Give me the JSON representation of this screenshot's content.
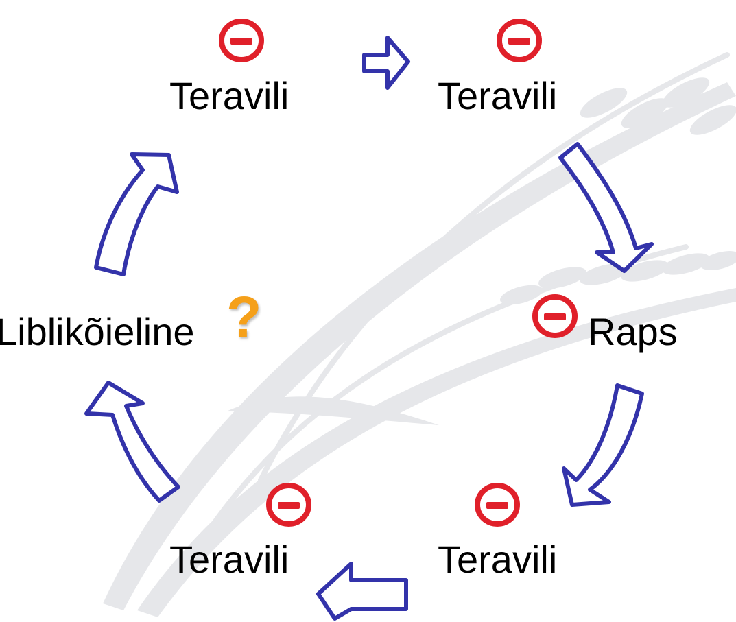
{
  "nodes": {
    "top_left": {
      "label": "Teravili",
      "icon": "minus-circle-icon"
    },
    "top_right": {
      "label": "Teravili",
      "icon": "minus-circle-icon"
    },
    "right": {
      "label": "Raps",
      "icon": "minus-circle-icon"
    },
    "bottom_right": {
      "label": "Teravili",
      "icon": "minus-circle-icon"
    },
    "bottom_left": {
      "label": "Teravili",
      "icon": "minus-circle-icon"
    },
    "left": {
      "label": "Liblikõieline",
      "icon": "question-mark-icon"
    }
  },
  "icons": {
    "question_mark": "?"
  },
  "colors": {
    "arrow_stroke": "#3333aa",
    "arrow_fill": "#ffffff",
    "minus_icon": "#e0202a",
    "question_icon": "#f5a01a",
    "background_motif": "#e6e7ea"
  }
}
